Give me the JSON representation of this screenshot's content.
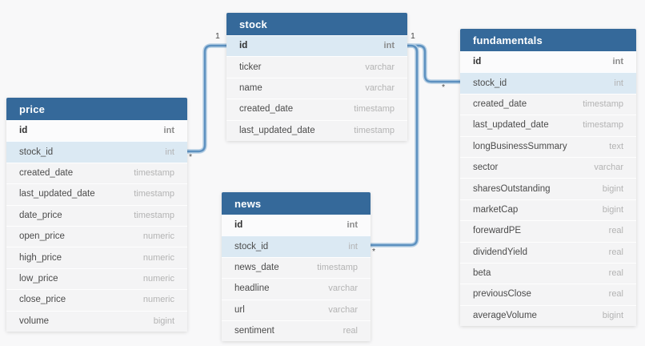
{
  "diagram": {
    "colors": {
      "table_header": "#35699a",
      "highlight_row": "#dbe9f3",
      "relationship_line": "#5d91c0",
      "relationship_line_casing": "#b7cfe4"
    },
    "tables": [
      {
        "id": "price",
        "name": "price",
        "columns": [
          {
            "name": "id",
            "type": "int",
            "pk": true
          },
          {
            "name": "stock_id",
            "type": "int",
            "highlight": true
          },
          {
            "name": "created_date",
            "type": "timestamp"
          },
          {
            "name": "last_updated_date",
            "type": "timestamp"
          },
          {
            "name": "date_price",
            "type": "timestamp"
          },
          {
            "name": "open_price",
            "type": "numeric"
          },
          {
            "name": "high_price",
            "type": "numeric"
          },
          {
            "name": "low_price",
            "type": "numeric"
          },
          {
            "name": "close_price",
            "type": "numeric"
          },
          {
            "name": "volume",
            "type": "bigint"
          }
        ]
      },
      {
        "id": "stock",
        "name": "stock",
        "columns": [
          {
            "name": "id",
            "type": "int",
            "pk": true,
            "highlight": true
          },
          {
            "name": "ticker",
            "type": "varchar"
          },
          {
            "name": "name",
            "type": "varchar"
          },
          {
            "name": "created_date",
            "type": "timestamp"
          },
          {
            "name": "last_updated_date",
            "type": "timestamp"
          }
        ]
      },
      {
        "id": "news",
        "name": "news",
        "columns": [
          {
            "name": "id",
            "type": "int",
            "pk": true
          },
          {
            "name": "stock_id",
            "type": "int",
            "highlight": true
          },
          {
            "name": "news_date",
            "type": "timestamp"
          },
          {
            "name": "headline",
            "type": "varchar"
          },
          {
            "name": "url",
            "type": "varchar"
          },
          {
            "name": "sentiment",
            "type": "real"
          }
        ]
      },
      {
        "id": "fundamentals",
        "name": "fundamentals",
        "columns": [
          {
            "name": "id",
            "type": "int",
            "pk": true
          },
          {
            "name": "stock_id",
            "type": "int",
            "highlight": true
          },
          {
            "name": "created_date",
            "type": "timestamp"
          },
          {
            "name": "last_updated_date",
            "type": "timestamp"
          },
          {
            "name": "longBusinessSummary",
            "type": "text"
          },
          {
            "name": "sector",
            "type": "varchar"
          },
          {
            "name": "sharesOutstanding",
            "type": "bigint"
          },
          {
            "name": "marketCap",
            "type": "bigint"
          },
          {
            "name": "forewardPE",
            "type": "real"
          },
          {
            "name": "dividendYield",
            "type": "real"
          },
          {
            "name": "beta",
            "type": "real"
          },
          {
            "name": "previousClose",
            "type": "real"
          },
          {
            "name": "averageVolume",
            "type": "bigint"
          }
        ]
      }
    ],
    "relationships": [
      {
        "from_table": "stock",
        "from_column": "id",
        "to_table": "price",
        "to_column": "stock_id",
        "from_cardinality": "1",
        "to_cardinality": "*"
      },
      {
        "from_table": "stock",
        "from_column": "id",
        "to_table": "fundamentals",
        "to_column": "stock_id",
        "from_cardinality": "1",
        "to_cardinality": "*"
      },
      {
        "from_table": "stock",
        "from_column": "id",
        "to_table": "news",
        "to_column": "stock_id",
        "from_cardinality": "1",
        "to_cardinality": "*"
      }
    ]
  }
}
